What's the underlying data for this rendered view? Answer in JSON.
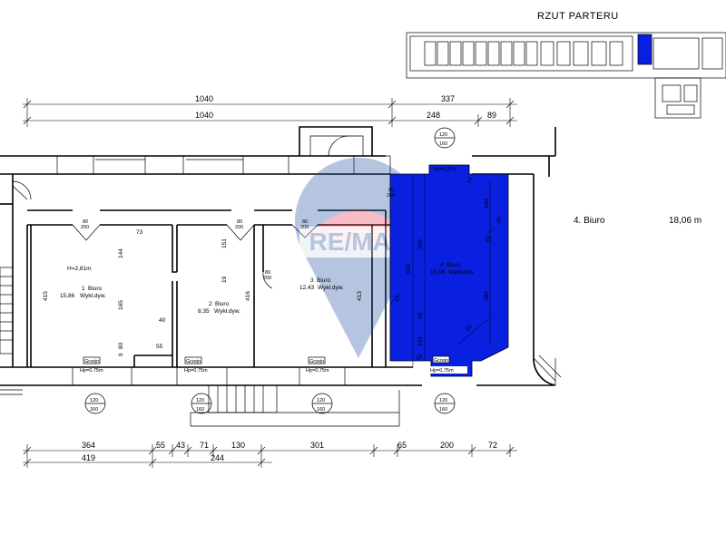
{
  "plan_title": "RZUT PARTERU",
  "top_dims": {
    "row1": [
      "1040",
      "337"
    ],
    "row2": [
      "1040",
      "248",
      "89"
    ]
  },
  "bottom_dims": {
    "row1": [
      "364",
      "55",
      "43",
      "71",
      "130",
      "301",
      "65",
      "200",
      "72"
    ],
    "row2": [
      "419",
      "244"
    ]
  },
  "window_tags": [
    {
      "top": "120",
      "bottom": "160"
    },
    {
      "top": "120",
      "bottom": "160"
    },
    {
      "top": "120",
      "bottom": "160"
    },
    {
      "top": "120",
      "bottom": "160"
    },
    {
      "top": "120",
      "bottom": "160"
    }
  ],
  "rooms": [
    {
      "num": "1",
      "name": "Biuro",
      "area": "15,86",
      "floor": "Wykł.dyw.",
      "height": "H=2,81m",
      "hp": "Hp=0,75m",
      "grzejn": "Grzejn."
    },
    {
      "num": "2",
      "name": "Biuro",
      "area": "8,35",
      "floor": "Wykł.dyw.",
      "hp": "Hp=0,75m",
      "grzejn": "Grzejn."
    },
    {
      "num": "3",
      "name": "Biuro",
      "area": "12,43",
      "floor": "Wykł.dyw.",
      "hp": "Hp=0,75m",
      "grzejn": "Grzejn."
    },
    {
      "num": "4",
      "name": "Biuro",
      "area": "18,06",
      "floor": "Wykł.dyw.",
      "hp_top": "Hp=0,37m",
      "hp": "Hp=0,75m",
      "grzejn": "Grzejn."
    }
  ],
  "room_dims": {
    "r1": [
      "415",
      "144",
      "165",
      "80",
      "9",
      "73",
      "40",
      "55"
    ],
    "r2": [
      "151",
      "19",
      "416"
    ],
    "r3": [
      "413"
    ],
    "r4": [
      "539",
      "390",
      "148",
      "289",
      "101",
      "48",
      "93",
      "43",
      "43",
      "14",
      "25",
      "43"
    ],
    "doors": [
      "80",
      "200"
    ]
  },
  "legend_right": {
    "label": "4. Biuro",
    "area": "18,06 m"
  },
  "watermark": "RE/MAX",
  "colors": {
    "highlight": "#0a20e0",
    "watermark_red": "#e8364a",
    "watermark_blue": "#1d4fa0"
  }
}
